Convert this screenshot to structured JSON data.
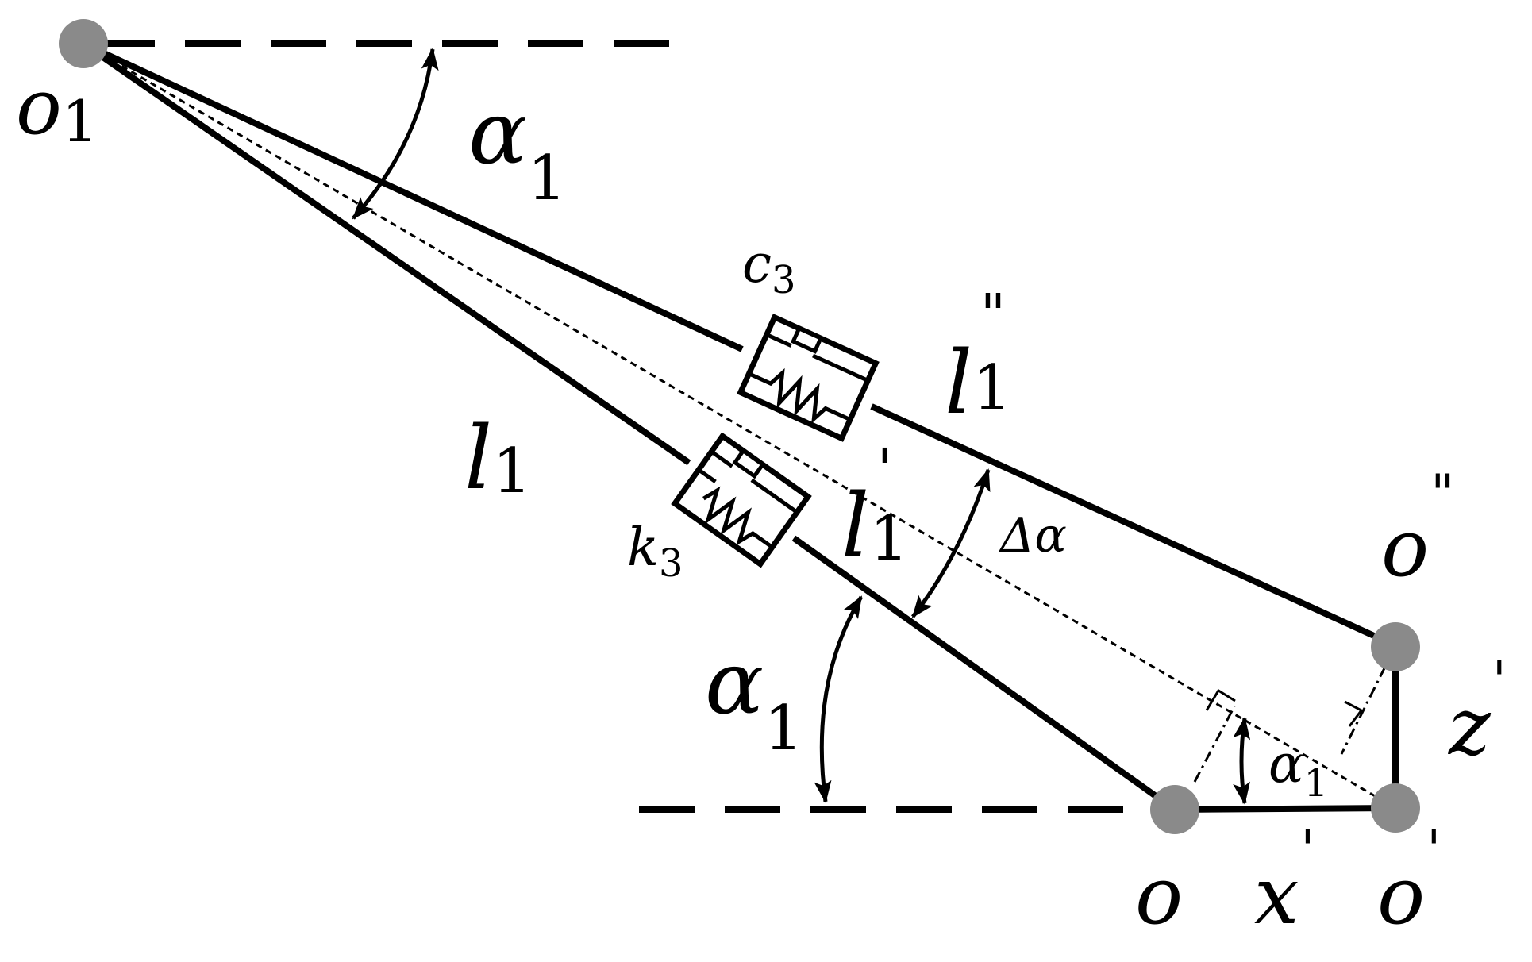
{
  "points": {
    "o1": {
      "base": "o",
      "sub": "1",
      "color": "#8a8a8a"
    },
    "o": {
      "base": "o",
      "color": "#8a8a8a"
    },
    "o_prime": {
      "base": "o",
      "sup": "'",
      "color": "#8a8a8a"
    },
    "o_dprime": {
      "base": "o",
      "sup": "\"",
      "color": "#8a8a8a"
    }
  },
  "labels": {
    "alpha1_top": {
      "base": "α",
      "sub": "1"
    },
    "alpha1_mid": {
      "base": "α",
      "sub": "1"
    },
    "alpha1_small": {
      "base": "α",
      "sub": "1"
    },
    "c3": {
      "base": "c",
      "sub": "3"
    },
    "k3": {
      "base": "k",
      "sub": "3"
    },
    "l1": {
      "base": "l",
      "sub": "1"
    },
    "l1_prime": {
      "base": "l",
      "sub": "1",
      "sup": "'"
    },
    "l1_dprime": {
      "base": "l",
      "sub": "1",
      "sup": "\""
    },
    "delta_alpha": "Δα",
    "z_prime": {
      "base": "z",
      "sup": "'"
    },
    "x_prime": {
      "base": "x",
      "sup": "'"
    }
  },
  "colors": {
    "line": "#000000",
    "node": "#8a8a8a",
    "background": "#ffffff"
  }
}
